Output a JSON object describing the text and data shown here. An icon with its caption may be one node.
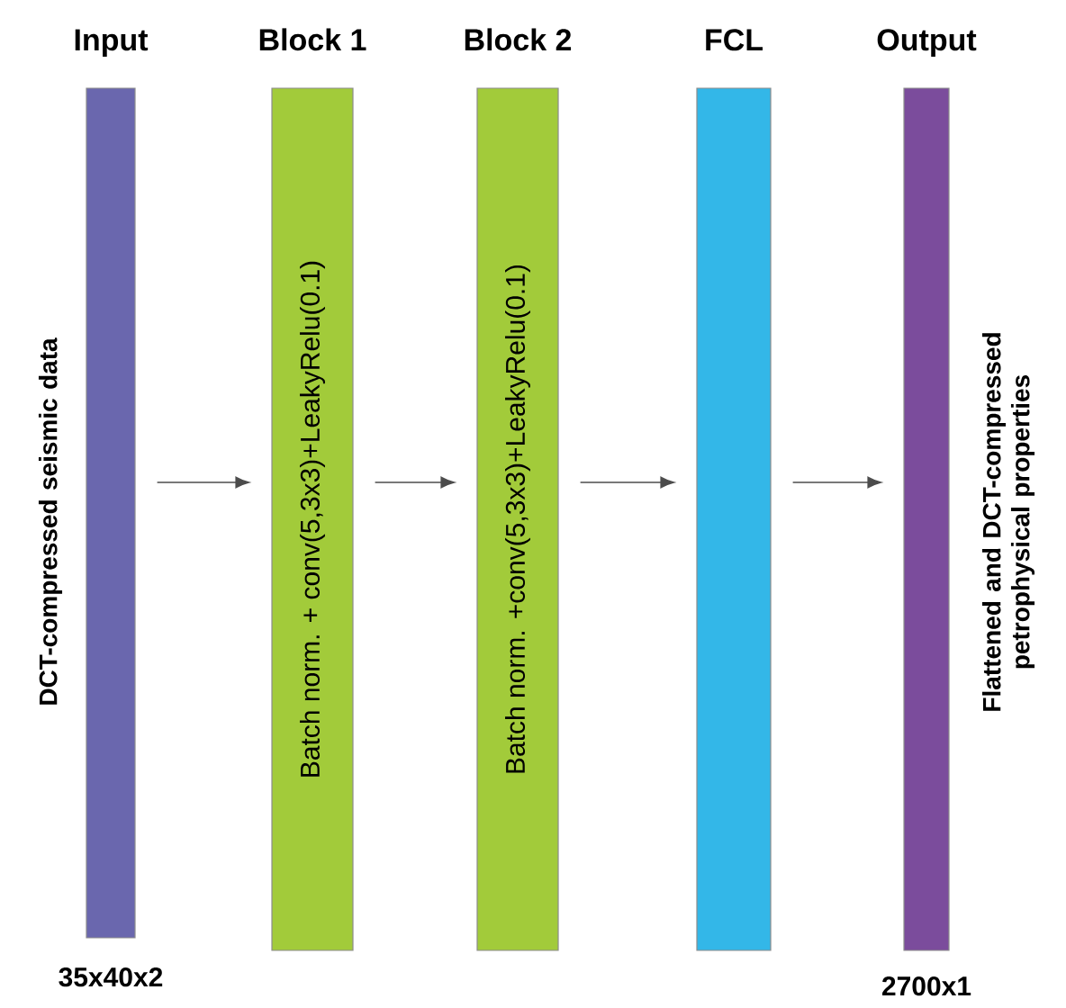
{
  "diagram": {
    "nodes": [
      {
        "text": [
          "Input"
        ],
        "beside": [
          "DCT-compressed seismic data",
          "35x40x2"
        ]
      },
      {
        "text": [
          "Block 1",
          "Batch norm. + conv(5,3x3)+LeakyRelu(0.1)"
        ]
      },
      {
        "text": [
          "Block 2",
          "Batch norm. +conv(5,3x3)+LeakyRelu(0.1)"
        ]
      },
      {
        "text": [
          "FCL"
        ]
      },
      {
        "text": [
          "Output"
        ],
        "beside": [
          "Flattened and DCT-compressed petrophysical properties",
          "2700x1"
        ]
      }
    ],
    "edges": [
      {
        "from": 0,
        "to": 1,
        "arrow": "to"
      },
      {
        "from": 1,
        "to": 2,
        "arrow": "to"
      },
      {
        "from": 2,
        "to": 3,
        "arrow": "to"
      },
      {
        "from": 3,
        "to": 4,
        "arrow": "to"
      }
    ]
  }
}
